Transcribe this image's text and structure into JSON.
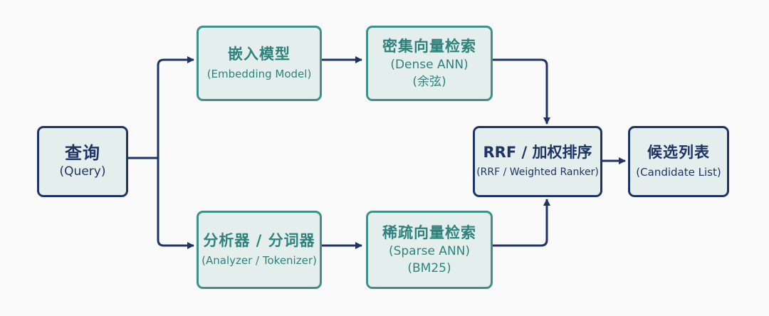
{
  "nodes": {
    "query": {
      "title": "查询",
      "sub": "(Query)"
    },
    "embedding": {
      "title": "嵌入模型",
      "sub": "(Embedding Model)"
    },
    "dense": {
      "title": "密集向量检索",
      "sub": "(Dense ANN)",
      "sub2": "(余弦)"
    },
    "analyzer": {
      "title": "分析器 / 分词器",
      "sub": "(Analyzer / Tokenizer)"
    },
    "sparse": {
      "title": "稀疏向量检索",
      "sub": "(Sparse ANN)",
      "sub2": "(BM25)"
    },
    "rrf": {
      "title": "RRF / 加权排序",
      "sub": "(RRF / Weighted Ranker)"
    },
    "candidates": {
      "title": "候选列表",
      "sub": "(Candidate List)"
    }
  },
  "colors": {
    "navy": "#1e3466",
    "teal": "#3f8f8a",
    "box_fill": "#e4efed",
    "background": "#fafafa"
  }
}
